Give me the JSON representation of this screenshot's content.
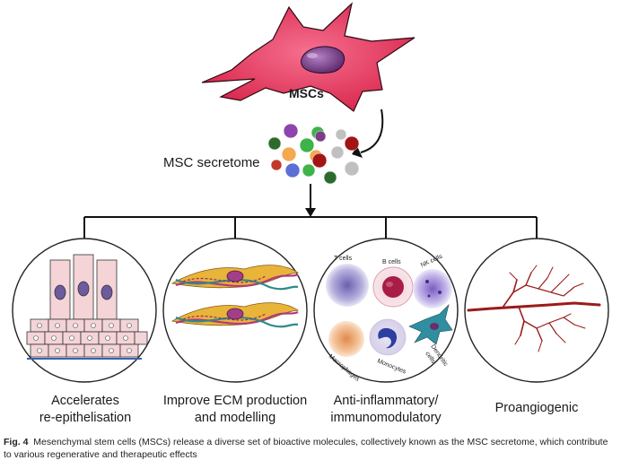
{
  "source_cell": {
    "label": "MSCs"
  },
  "secretome": {
    "label": "MSC secretome"
  },
  "effects": [
    {
      "line1": "Accelerates",
      "line2": "re-epithelisation"
    },
    {
      "line1": "Improve ECM production",
      "line2": "and modelling"
    },
    {
      "line1": "Anti-inflammatory/",
      "line2": "immunomodulatory"
    },
    {
      "line1": "Proangiogenic",
      "line2": ""
    }
  ],
  "immune_cells": {
    "t_cells": "T cells",
    "b_cells": "B cells",
    "nk_cells": "NK cells",
    "macrophages": "Macrophages",
    "monocytes": "Monocytes",
    "dendritic_cells_1": "Dendritic",
    "dendritic_cells_2": "cells"
  },
  "caption": {
    "fig_label": "Fig. 4",
    "text": "Mesenchymal stem cells (MSCs) release a diverse set of bioactive molecules, collectively known as the MSC secretome, which contribute to various regenerative and therapeutic effects"
  },
  "colors": {
    "msc_body": "#e8355a",
    "msc_nucleus": "#7a3f86",
    "outline": "#222222",
    "vessel": "#9b1b1b"
  },
  "secretome_dot_colors": [
    "#8e44ad",
    "#3db34a",
    "#c0c0c0",
    "#c0392b",
    "#f4a950",
    "#5b6fd6",
    "#2d6a2d",
    "#a31515",
    "#ffffff"
  ]
}
